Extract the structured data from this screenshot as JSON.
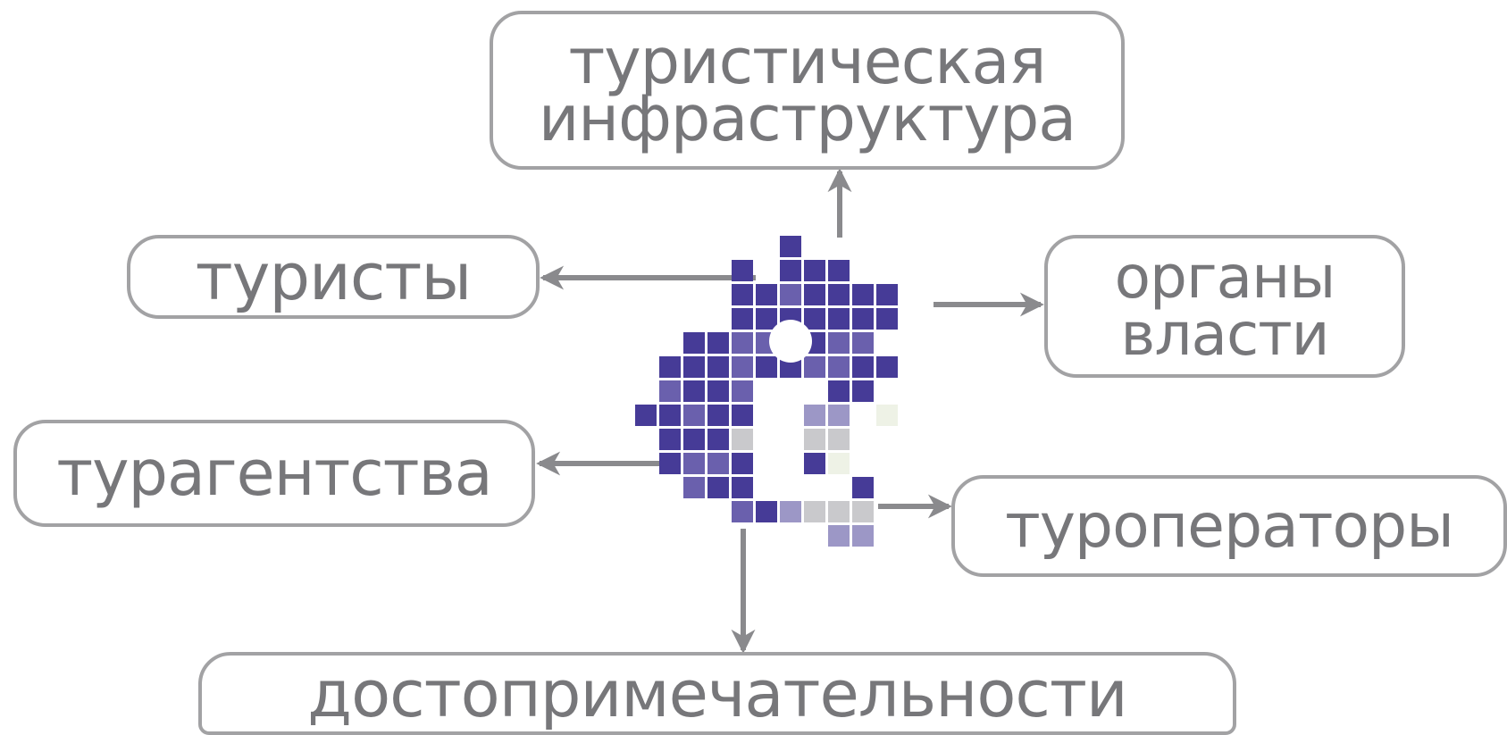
{
  "colors": {
    "box_border": "#a2a2a4",
    "text": "#77777a",
    "arrow": "#8a8a8d",
    "tile_dark": "#463b97",
    "tile_mid": "#6a60ad",
    "tile_light": "#9c97c6",
    "tile_gray": "#c9c9cc",
    "tile_pale": "#eef2e6"
  },
  "center": {
    "icon": "pixel-logo-icon"
  },
  "nodes": {
    "infrastructure": {
      "line1": "туристическая",
      "line2": "инфраструктура"
    },
    "tourists": {
      "label": "туристы"
    },
    "authorities": {
      "line1": "органы",
      "line2": "власти"
    },
    "agencies": {
      "label": "турагентства"
    },
    "operators": {
      "label": "туроператоры"
    },
    "attractions": {
      "label": "достопримечательности"
    }
  }
}
